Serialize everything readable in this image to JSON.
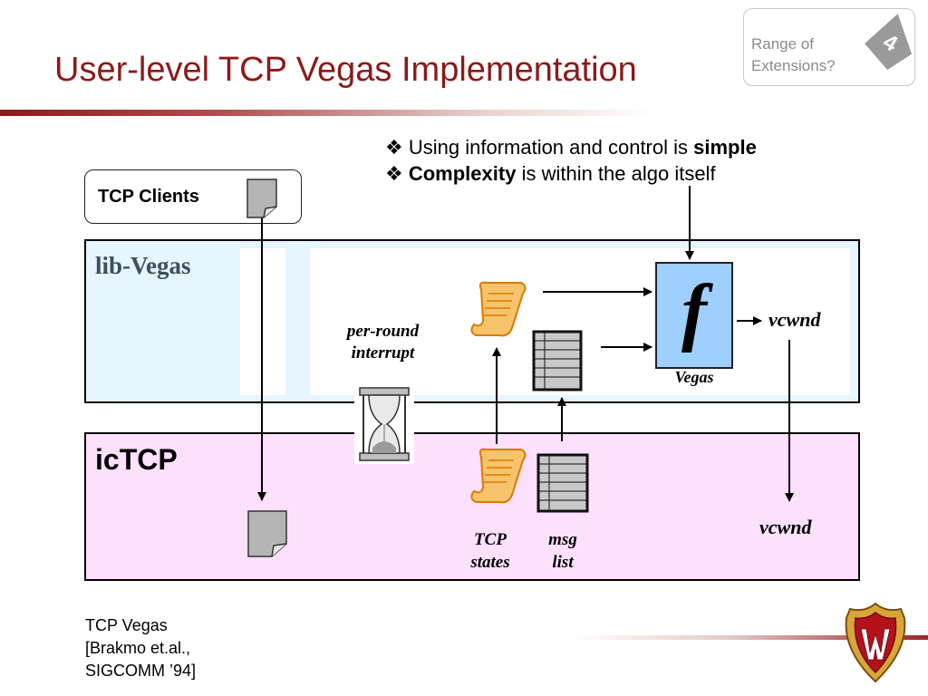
{
  "title": "User-level TCP Vegas Implementation",
  "range_badge": {
    "line1": "Range of",
    "line2": "Extensions?",
    "number": "4"
  },
  "bullets": [
    {
      "marker": "❖",
      "pre": "Using information and control is ",
      "bold": "simple",
      "post": ""
    },
    {
      "marker": "❖",
      "pre": "",
      "bold": "Complexity",
      "post": " is within the algo itself"
    }
  ],
  "diagram": {
    "tcp_clients": "TCP Clients",
    "lib_vegas": "lib-Vegas",
    "ictcp": "icTCP",
    "per_round_line1": "per-round",
    "per_round_line2": "interrupt",
    "f_symbol": "f",
    "vegas_label": "Vegas",
    "vcwnd_top": "vcwnd",
    "vcwnd_bottom": "vcwnd",
    "tcp_states_line1": "TCP",
    "tcp_states_line2": "states",
    "msg_list_line1": "msg",
    "msg_list_line2": "list"
  },
  "credit": {
    "line1": "TCP Vegas",
    "line2": "[Brakmo et.al.,",
    "line3": "SIGCOMM ’94]"
  },
  "colors": {
    "title": "#8b1a1a",
    "lib_vegas_bg": "#e6f5fe",
    "ictcp_bg": "#fde0fb",
    "f_box": "#9fcfff",
    "scroll": "#f4a640"
  }
}
